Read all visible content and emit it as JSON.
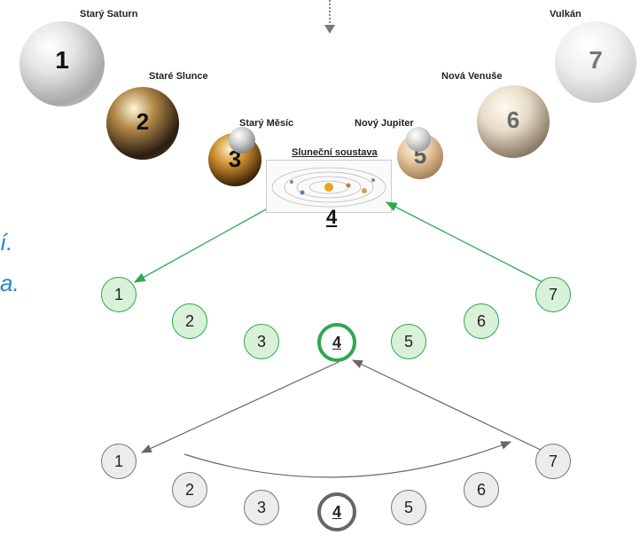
{
  "planets": [
    {
      "label": "Starý Saturn",
      "number": "1"
    },
    {
      "label": "Staré Slunce",
      "number": "2"
    },
    {
      "label": "Starý Měsíc",
      "number": "3"
    },
    {
      "label": "Sluneční soustava",
      "number": "4"
    },
    {
      "label": "Nový Jupiter",
      "number": "5"
    },
    {
      "label": "Nová Venuše",
      "number": "6"
    },
    {
      "label": "Vulkán",
      "number": "7"
    }
  ],
  "side_text": [
    "í.",
    "a."
  ],
  "green_row": [
    "1",
    "2",
    "3",
    "4",
    "5",
    "6",
    "7"
  ],
  "grey_row": [
    "1",
    "2",
    "3",
    "4",
    "5",
    "6",
    "7"
  ],
  "colors": {
    "green_accent": "#2fa84f",
    "grey_accent": "#666666",
    "side_text": "#2a86c8"
  }
}
